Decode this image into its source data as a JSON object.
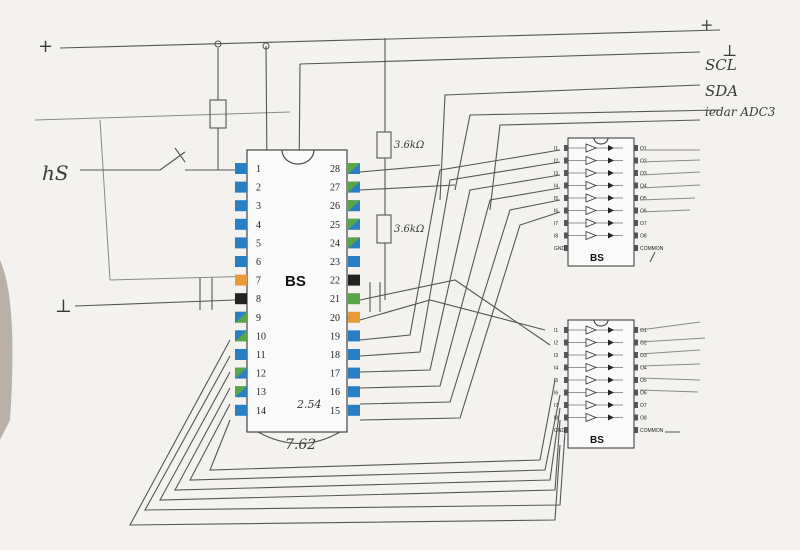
{
  "rails": {
    "plus_left": "+",
    "plus_right": "+",
    "gnd_right": "⊥",
    "gnd_left": "⊥",
    "scl": "SCL",
    "sda": "SDA",
    "extra": "iedar ADC3",
    "hs": "hS"
  },
  "chip": {
    "label": "BS",
    "pitch": "2.54",
    "width": "7.62",
    "left_pins": [
      "1",
      "2",
      "3",
      "4",
      "5",
      "6",
      "7",
      "8",
      "9",
      "10",
      "11",
      "12",
      "13",
      "14"
    ],
    "right_pins": [
      "28",
      "27",
      "26",
      "25",
      "24",
      "23",
      "22",
      "21",
      "20",
      "19",
      "18",
      "17",
      "16",
      "15"
    ]
  },
  "resistors": {
    "r1": "3.6kΩ",
    "r2": "3.6kΩ"
  },
  "drivers": {
    "label": "BS",
    "inputs": [
      "I1",
      "I2",
      "I3",
      "I4",
      "I5",
      "I6",
      "I7",
      "I8",
      "GND"
    ],
    "outputs": [
      "O1",
      "O2",
      "O3",
      "O4",
      "O5",
      "O6",
      "O7",
      "O8",
      "COMMON"
    ]
  },
  "colors": {
    "blue": "#2a7fc4",
    "green": "#5aa54a",
    "orange": "#e89a3a",
    "black": "#222222",
    "paper": "#f3f2ef"
  }
}
